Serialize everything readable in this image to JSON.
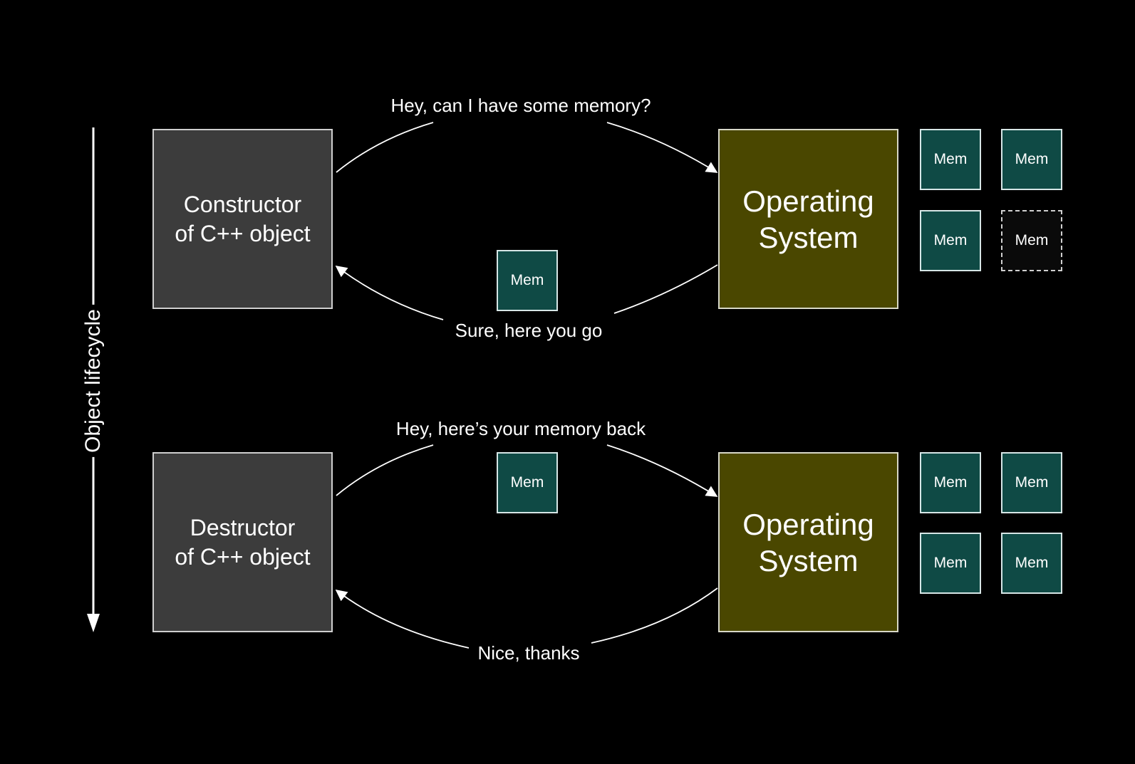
{
  "axis": {
    "label": "Object lifecycle"
  },
  "colors": {
    "background": "#000000",
    "object_box": "#3c3c3c",
    "os_box": "#4a4700",
    "mem_block": "#0f4a45",
    "mem_block_empty": "#0a0a0a",
    "lines": "#ffffff"
  },
  "rows": [
    {
      "object_box": {
        "label": "Constructor\nof C++ object"
      },
      "request_label": "Hey, can I have some memory?",
      "response_label": "Sure, here you go",
      "os_box": {
        "label": "Operating\nSystem"
      },
      "transfer_mem": {
        "label": "Mem"
      },
      "os_pool": [
        {
          "label": "Mem",
          "state": "present"
        },
        {
          "label": "Mem",
          "state": "present"
        },
        {
          "label": "Mem",
          "state": "present"
        },
        {
          "label": "Mem",
          "state": "taken"
        }
      ]
    },
    {
      "object_box": {
        "label": "Destructor\nof C++ object"
      },
      "request_label": "Hey, here’s your memory back",
      "response_label": "Nice, thanks",
      "os_box": {
        "label": "Operating\nSystem"
      },
      "transfer_mem": {
        "label": "Mem"
      },
      "os_pool": [
        {
          "label": "Mem",
          "state": "present"
        },
        {
          "label": "Mem",
          "state": "present"
        },
        {
          "label": "Mem",
          "state": "present"
        },
        {
          "label": "Mem",
          "state": "present"
        }
      ]
    }
  ]
}
